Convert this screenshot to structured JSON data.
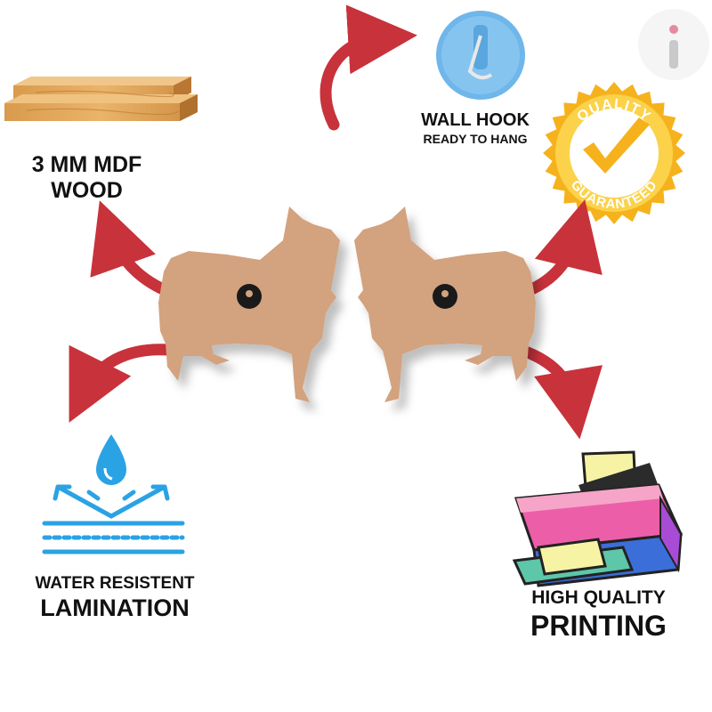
{
  "features": {
    "mdf": {
      "line1": "3 MM MDF",
      "line2": "WOOD",
      "icon": "wood-planks-icon"
    },
    "hook": {
      "line1": "WALL HOOK",
      "line2": "READY TO HANG",
      "icon": "wall-hook-icon"
    },
    "quality": {
      "top_text": "QUALITY",
      "bottom_text": "GUARANTEED",
      "icon": "quality-guaranteed-badge"
    },
    "water": {
      "line1": "WATER RESISTENT",
      "line2": "LAMINATION",
      "icon": "water-resistant-icon"
    },
    "printing": {
      "line1": "HIGH QUALITY",
      "line2": "PRINTING",
      "icon": "printer-icon"
    }
  },
  "product": {
    "icon": "mdf-horse-cutouts-pair"
  },
  "brand": {
    "icon": "brand-logo-i"
  },
  "colors": {
    "arrow": "#c8323b",
    "mdf": "#d3a27e",
    "badge": "#f5b21c",
    "hook": "#6fb6ea",
    "water": "#2aa3e4"
  }
}
